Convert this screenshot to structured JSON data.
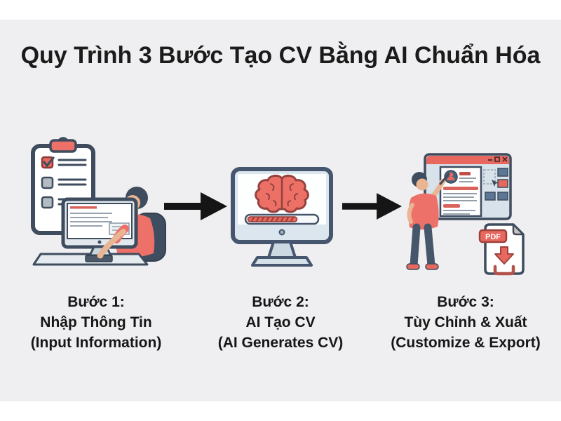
{
  "title": "Quy Trình 3 Bước Tạo CV Bằng AI Chuẩn Hóa",
  "steps": [
    {
      "step_label": "Bước 1:",
      "title_vi": "Nhập Thông Tin",
      "title_en": "(Input Information)",
      "illustration": "person-typing-cv-information-at-computer-with-checklist-clipboard"
    },
    {
      "step_label": "Bước 2:",
      "title_vi": "AI Tạo CV",
      "title_en": "(AI Generates CV)",
      "illustration": "monitor-with-ai-brain-and-loading-progress-bar"
    },
    {
      "step_label": "Bước 3:",
      "title_vi": "Tùy Chỉnh & Xuất",
      "title_en": "(Customize & Export)",
      "illustration": "person-customizing-cv-in-browser-with-pdf-download"
    }
  ],
  "pdf_icon_label": "PDF",
  "icons": [
    "clipboard-icon",
    "checkbox-checked-icon",
    "monitor-icon",
    "keyboard-icon",
    "office-chair",
    "brain-icon",
    "progress-bar",
    "browser-window",
    "avatar-icon",
    "color-swatches",
    "cursor-icon",
    "pen-icon",
    "pdf-file-icon",
    "download-arrow-icon",
    "arrow-right-icon"
  ],
  "colors": {
    "background_panel": "#efeff1",
    "canvas": "#ffffff",
    "accent_red": "#e8685f",
    "dark_red_outline": "#93423d",
    "outline_navy": "#3d4a5c",
    "light_blue": "#d7e2ea",
    "arrow_black": "#151515",
    "text": "#1b1b1b"
  }
}
